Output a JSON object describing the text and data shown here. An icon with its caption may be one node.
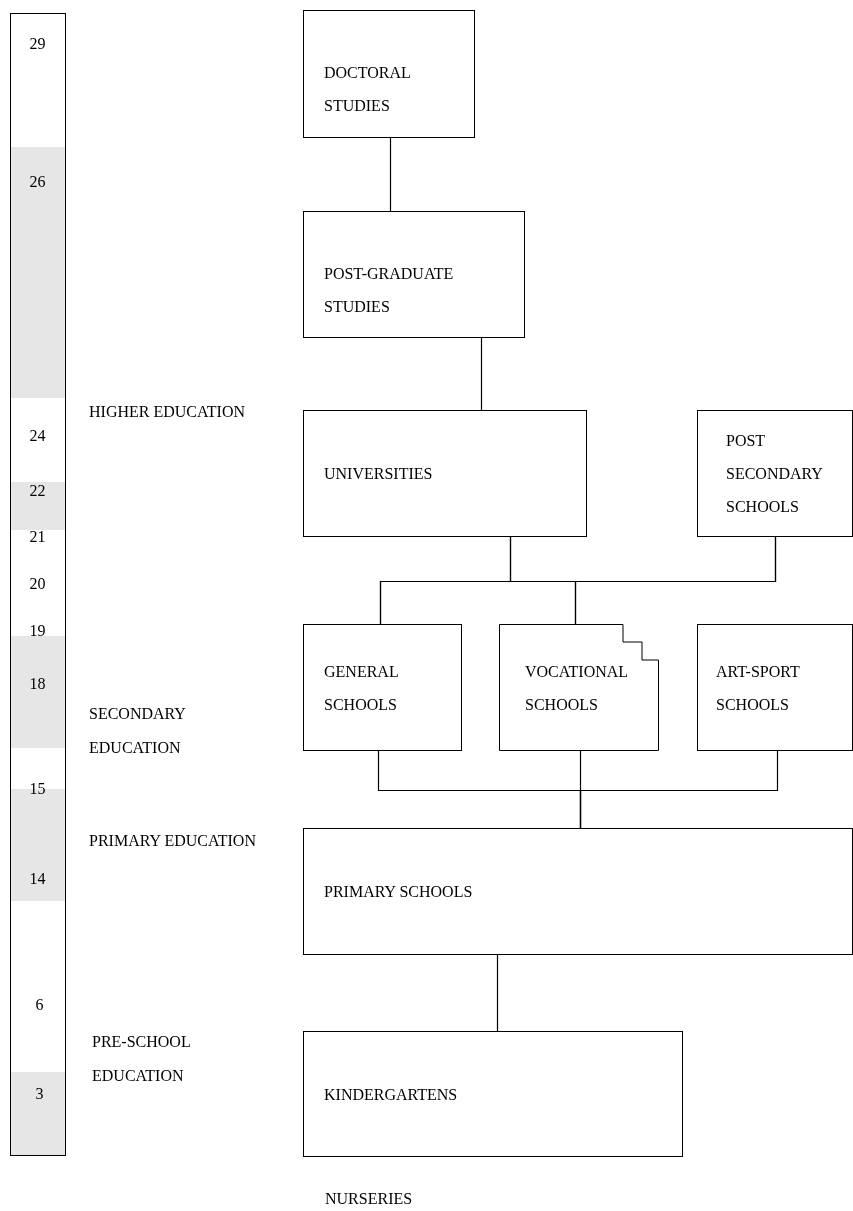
{
  "diagram": {
    "nodes": [
      {
        "text": [
          "DOCTORAL STUDIES"
        ]
      },
      {
        "text": [
          "POST-GRADUATE STUDIES"
        ]
      },
      {
        "text": [
          "UNIVERSITIES"
        ]
      },
      {
        "text": [
          "POST SECONDARY SCHOOLS"
        ]
      },
      {
        "text": [
          "GENERAL SCHOOLS"
        ]
      },
      {
        "text": [
          "VOCATIONAL SCHOOLS"
        ]
      },
      {
        "text": [
          "ART-SPORT SCHOOLS"
        ]
      },
      {
        "text": [
          "PRIMARY SCHOOLS"
        ]
      },
      {
        "text": [
          "KINDERGARTENS"
        ]
      }
    ],
    "edges": [
      {
        "from": 0,
        "to": 1,
        "arrow": "none"
      },
      {
        "from": 1,
        "to": 2,
        "arrow": "none"
      },
      {
        "from": 2,
        "to": 4,
        "arrow": "none"
      },
      {
        "from": 2,
        "to": 5,
        "arrow": "none"
      },
      {
        "from": 3,
        "to": 4,
        "arrow": "none"
      },
      {
        "from": 3,
        "to": 5,
        "arrow": "none"
      },
      {
        "from": 4,
        "to": 7,
        "arrow": "none"
      },
      {
        "from": 5,
        "to": 7,
        "arrow": "none"
      },
      {
        "from": 6,
        "to": 7,
        "arrow": "none"
      },
      {
        "from": 7,
        "to": 8,
        "arrow": "none"
      }
    ],
    "labels": [
      "29",
      "26",
      "HIGHER EDUCATION",
      "24",
      "22",
      "21",
      "20",
      "19",
      "18",
      "SECONDARY EDUCATION",
      "15",
      "PRIMARY EDUCATION",
      "14",
      "6",
      "3",
      "PRE-SCHOOL EDUCATION",
      "NURSERIES"
    ]
  }
}
